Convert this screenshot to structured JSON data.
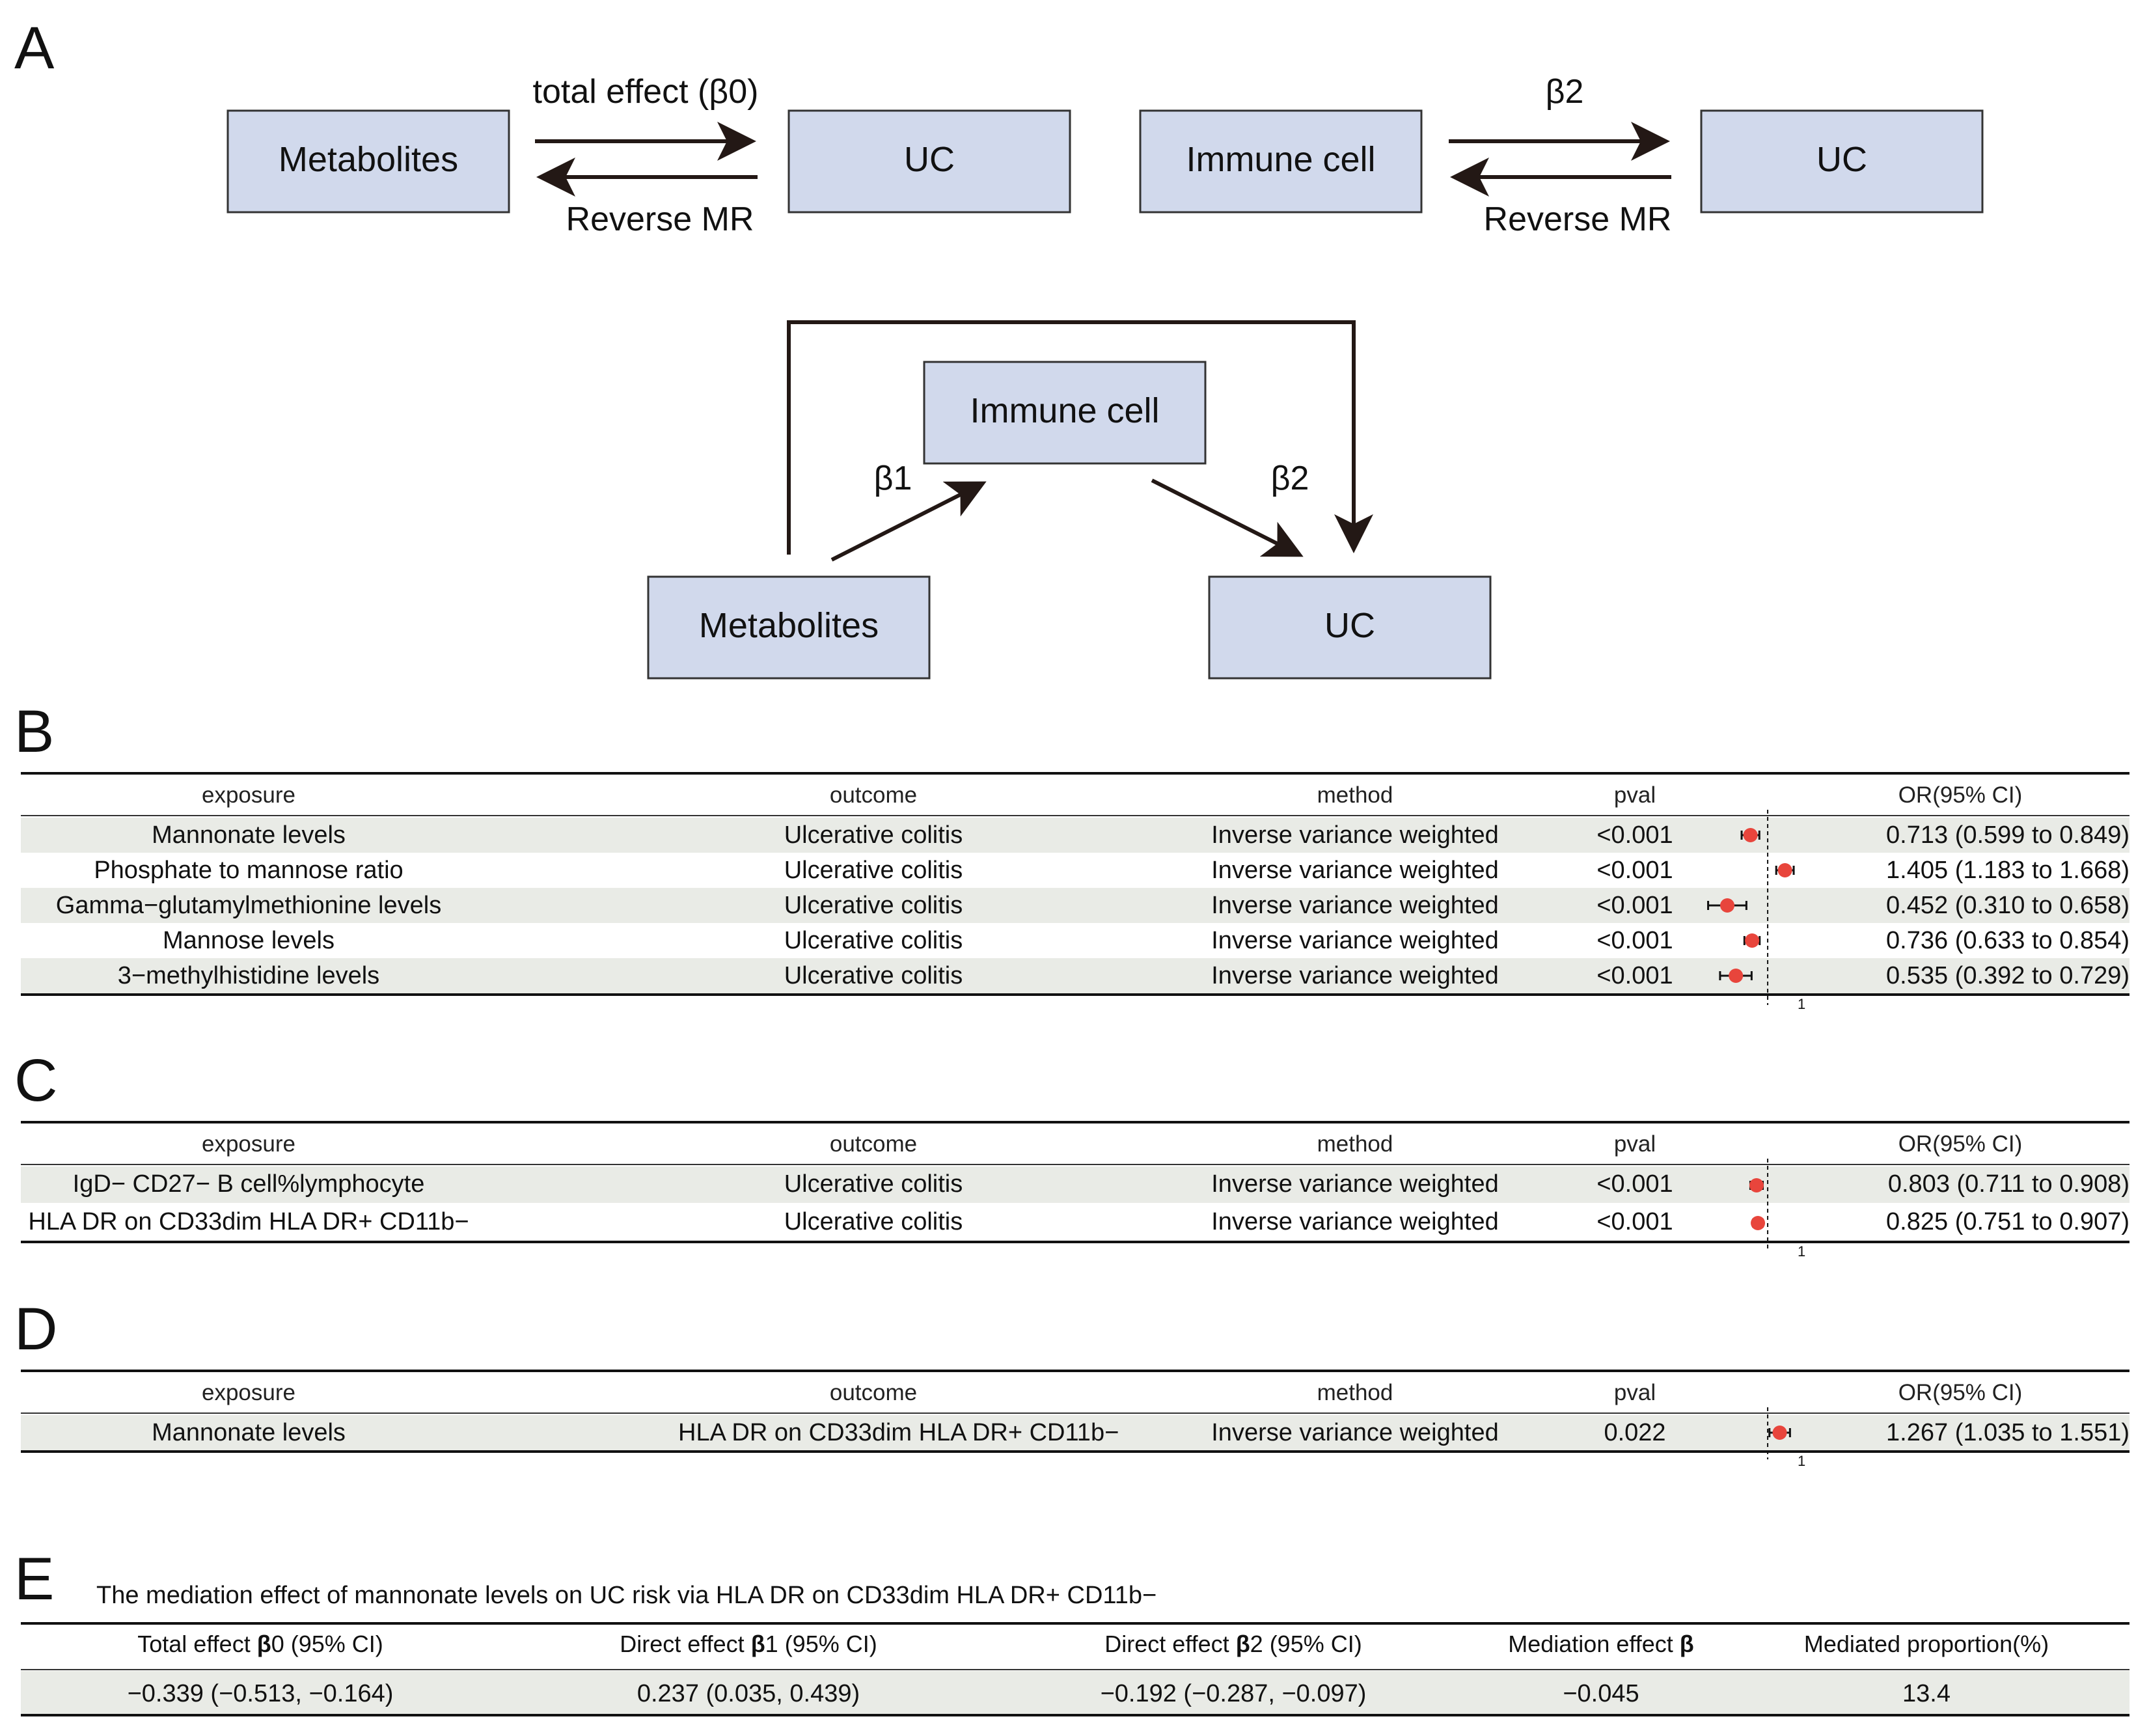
{
  "panel_labels": {
    "a": "A",
    "b": "B",
    "c": "C",
    "d": "D",
    "e": "E"
  },
  "diagram": {
    "top_left": {
      "box1": "Metabolites",
      "box2": "UC",
      "forward_label": "total effect (β0)",
      "reverse_label": "Reverse MR"
    },
    "top_right": {
      "box1": "Immune cell",
      "box2": "UC",
      "forward_label": "β2",
      "reverse_label": "Reverse MR"
    },
    "mediation": {
      "exposure": "Metabolites",
      "mediator": "Immune cell",
      "outcome": "UC",
      "path_a_label": "β1",
      "path_b_label": "β2"
    },
    "colors": {
      "box_fill": "#d1d9ec",
      "box_stroke": "#333333",
      "arrow": "#231815"
    }
  },
  "forest_header": {
    "exposure": "exposure",
    "outcome": "outcome",
    "method": "method",
    "pval": "pval",
    "or": "OR(95% CI)"
  },
  "forest_ref_label": "1",
  "marker_color": "#e8453c",
  "panel_b": {
    "rows": [
      {
        "exposure": "Mannonate levels",
        "outcome": "Ulcerative colitis",
        "method": "Inverse variance weighted",
        "pval": "<0.001",
        "or_text": "0.713 (0.599 to 0.849)",
        "or": 0.713,
        "lo": 0.599,
        "hi": 0.849
      },
      {
        "exposure": "Phosphate to mannose ratio",
        "outcome": "Ulcerative colitis",
        "method": "Inverse variance weighted",
        "pval": "<0.001",
        "or_text": "1.405 (1.183 to 1.668)",
        "or": 1.405,
        "lo": 1.183,
        "hi": 1.668
      },
      {
        "exposure": "Gamma−glutamylmethionine levels",
        "outcome": "Ulcerative colitis",
        "method": "Inverse variance weighted",
        "pval": "<0.001",
        "or_text": "0.452 (0.310 to 0.658)",
        "or": 0.452,
        "lo": 0.31,
        "hi": 0.658
      },
      {
        "exposure": "Mannose levels",
        "outcome": "Ulcerative colitis",
        "method": "Inverse variance weighted",
        "pval": "<0.001",
        "or_text": "0.736 (0.633 to 0.854)",
        "or": 0.736,
        "lo": 0.633,
        "hi": 0.854
      },
      {
        "exposure": "3−methylhistidine levels",
        "outcome": "Ulcerative colitis",
        "method": "Inverse variance weighted",
        "pval": "<0.001",
        "or_text": "0.535 (0.392 to 0.729)",
        "or": 0.535,
        "lo": 0.392,
        "hi": 0.729
      }
    ]
  },
  "panel_c": {
    "rows": [
      {
        "exposure": "IgD− CD27− B cell%lymphocyte",
        "outcome": "Ulcerative colitis",
        "method": "Inverse variance weighted",
        "pval": "<0.001",
        "or_text": "0.803 (0.711 to 0.908)",
        "or": 0.803,
        "lo": 0.711,
        "hi": 0.908
      },
      {
        "exposure": "HLA DR on CD33dim HLA DR+ CD11b−",
        "outcome": "Ulcerative colitis",
        "method": "Inverse variance weighted",
        "pval": "<0.001",
        "or_text": "0.825 (0.751 to 0.907)",
        "or": 0.825,
        "lo": 0.751,
        "hi": 0.907
      }
    ]
  },
  "panel_d": {
    "rows": [
      {
        "exposure": "Mannonate levels",
        "outcome": "HLA DR on CD33dim HLA DR+ CD11b−",
        "method": "Inverse variance weighted",
        "pval": "0.022",
        "or_text": "1.267 (1.035 to 1.551)",
        "or": 1.267,
        "lo": 1.035,
        "hi": 1.551
      }
    ]
  },
  "panel_e": {
    "title": "The mediation effect of mannonate levels on UC risk via HLA DR on CD33dim HLA DR+ CD11b−",
    "headers": {
      "total_pre": "Total effect ",
      "total_bold": "β",
      "total_post": "0 (95% CI)",
      "d1_pre": "Direct effect ",
      "d1_bold": "β",
      "d1_post": "1 (95% CI)",
      "d2_pre": "Direct effect ",
      "d2_bold": "β",
      "d2_post": "2 (95% CI)",
      "med_pre": "Mediation effect ",
      "med_bold": "β",
      "prop": "Mediated proportion(%)"
    },
    "values": {
      "total": "−0.339 (−0.513, −0.164)",
      "d1": "0.237 (0.035, 0.439)",
      "d2": "−0.192 (−0.287, −0.097)",
      "med": "−0.045",
      "prop": "13.4"
    }
  }
}
